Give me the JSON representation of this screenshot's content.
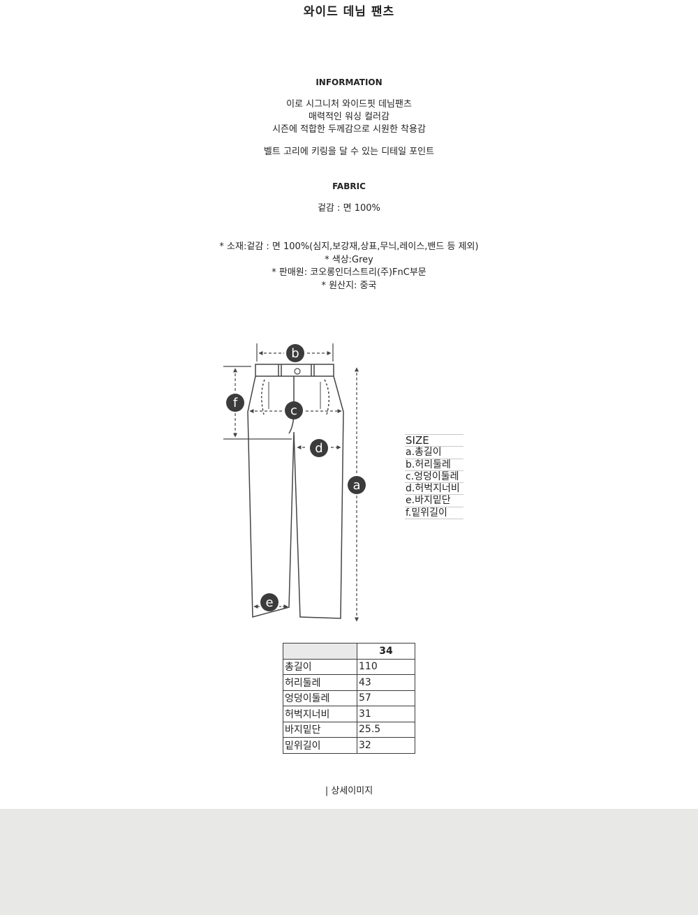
{
  "title": "와이드 데님 팬츠",
  "information": {
    "heading": "INFORMATION",
    "lines": [
      "이로 시그니처 와이드핏 데님팬츠",
      "매력적인 워싱 컬러감",
      "시즌에 적합한 두께감으로 시원한 착용감"
    ],
    "extra": "벨트 고리에 키링을 달 수 있는 디테일 포인트"
  },
  "fabric": {
    "heading": "FABRIC",
    "text": "겉감 : 면 100%"
  },
  "specs": [
    "* 소재:겉감 : 면 100%(심지,보강재,상표,무늬,레이스,밴드 등 제외)",
    "* 색상:Grey",
    "* 판매원: 코오롱인더스트리(주)FnC부문",
    "* 원산지: 중국"
  ],
  "diagram": {
    "labels": {
      "a": "a",
      "b": "b",
      "c": "c",
      "d": "d",
      "e": "e",
      "f": "f"
    }
  },
  "size_legend": {
    "heading": "SIZE",
    "items": [
      "a.총길이",
      "b.허리둘레",
      "c.엉덩이둘레",
      "d.허벅지너비",
      "e.바지밑단",
      "f.밑위길이"
    ]
  },
  "size_table": {
    "header": [
      "",
      "34"
    ],
    "rows": [
      [
        "총길이",
        "110"
      ],
      [
        "허리둘레",
        "43"
      ],
      [
        "엉덩이둘레",
        "57"
      ],
      [
        "허벅지너비",
        "31"
      ],
      [
        "바지밑단",
        "25.5"
      ],
      [
        "밑위길이",
        "32"
      ]
    ]
  },
  "footer_label": "| 상세이미지",
  "colors": {
    "bottom_band": "#e8e8e6",
    "badge": "#3b3b3b"
  }
}
